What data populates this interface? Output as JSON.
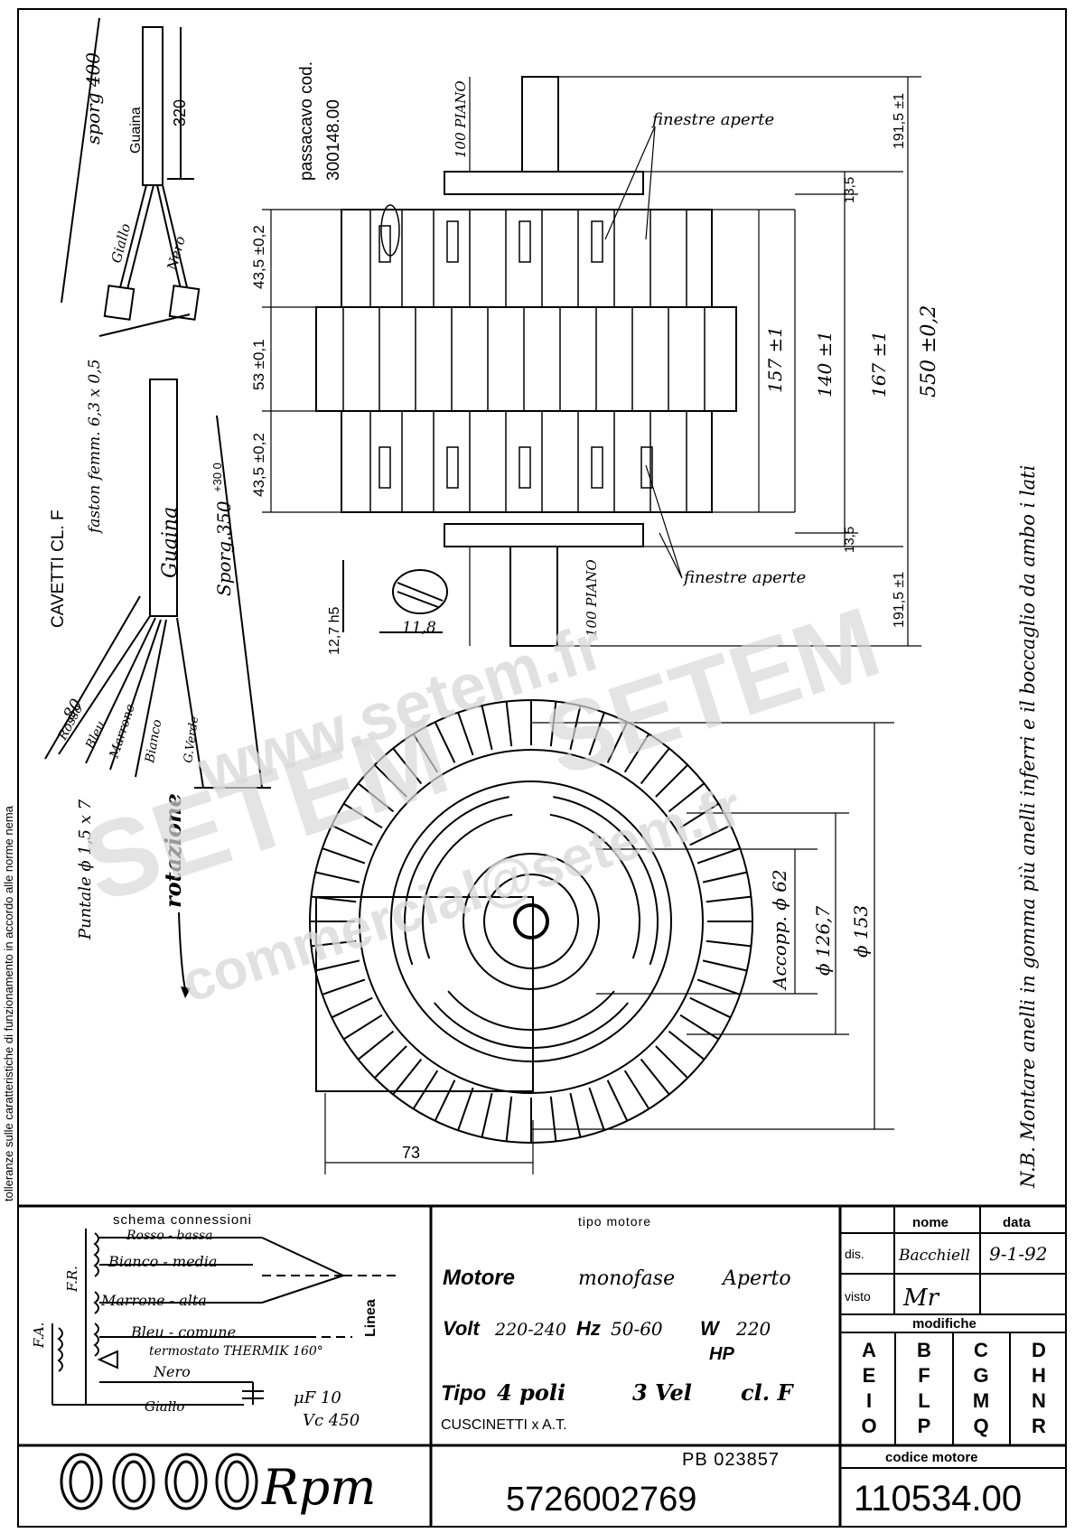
{
  "side_note": "tolleranze sulle caratteristiche di funzionamento in accordo alle norme nema",
  "watermarks": [
    "www.setem.fr",
    "SETEM",
    "SETEM",
    "commercial@setem.fr"
  ],
  "cable_top": {
    "sporg": "sporg 400",
    "guaina": "Guaina",
    "dim_320": "320",
    "giallo": "Giallo",
    "nero": "Nero",
    "faston": "faston femm. 6,3 x 0,5"
  },
  "cable_mid": {
    "cavetti": "CAVETTI CL. F",
    "guaina": "Guaina",
    "sporg": "Sporg.350",
    "tol": "+30 0",
    "dim_80": "80",
    "wires": [
      "Rosso",
      "Bleu",
      "Marrone",
      "Bianco",
      "G.Verde"
    ],
    "puntale": "Puntale ϕ 1,5 x 7",
    "rotazione": "rotazione"
  },
  "side_view": {
    "passacavo": "passacavo cod.",
    "passacavo_code": "300148.00",
    "piano_top": "100 PIANO",
    "piano_bottom": "100 PIANO",
    "finestre_top": "finestre aperte",
    "finestre_bottom": "finestre aperte",
    "d_43_top": "43,5 ±0,2",
    "d_53": "53 ±0,1",
    "d_43_bottom": "43,5 ±0,2",
    "d_157": "157 ±1",
    "d_140": "140 ±1",
    "d_167": "167 ±1",
    "d_550": "550 ±0,2",
    "d_191_top": "191,5 ±1",
    "d_13_top": "13,5",
    "d_13_bottom": "13,5",
    "d_191_bottom": "191,5 ±1",
    "shaft_127": "12,7 h5",
    "shaft_118": "11,8"
  },
  "front_view": {
    "accopp": "Accopp. ϕ 62",
    "d_126": "ϕ 126,7",
    "d_153": "ϕ 153",
    "d_73": "73"
  },
  "nb_note": "N.B. Montare anelli in gomma più anelli inferri e il boccaglio da ambo i lati",
  "title_block": {
    "schema_title": "schema connessioni",
    "schema_lines": [
      "Rosso - bassa",
      "Bianco - media",
      "Marrone - alta",
      "Bleu - comune",
      "termostato THERMIK 160°",
      "Nero",
      "Giallo"
    ],
    "fr": "F.R.",
    "fa": "F.A.",
    "linea": "Linea",
    "cap_uf": "μF 10",
    "cap_vc": "Vc 450",
    "tipo_title": "tipo motore",
    "motore": "Motore",
    "monofase": "monofase",
    "aperto": "Aperto",
    "volt_label": "Volt",
    "volt": "220-240",
    "hz_label": "Hz",
    "hz": "50-60",
    "w_label": "W",
    "w": "220",
    "hp": "HP",
    "tipo_label": "Tipo",
    "poli": "4 poli",
    "vel": "3 Vel",
    "cl": "cl. F",
    "cuscinetti": "CUSCINETTI x A.T.",
    "pb": "PB 023857",
    "number": "5726002769",
    "logo": "Rpm",
    "nome": "nome",
    "data": "data",
    "dis": "dis.",
    "dis_name": "Bacchiell",
    "dis_date": "9-1-92",
    "visto": "visto",
    "visto_sign": "Mr",
    "modifiche": "modifiche",
    "mod_letters": [
      "A",
      "B",
      "C",
      "D",
      "E",
      "F",
      "G",
      "H",
      "I",
      "L",
      "M",
      "N",
      "O",
      "P",
      "Q",
      "R"
    ],
    "codice_title": "codice motore",
    "codice": "110534.00"
  }
}
